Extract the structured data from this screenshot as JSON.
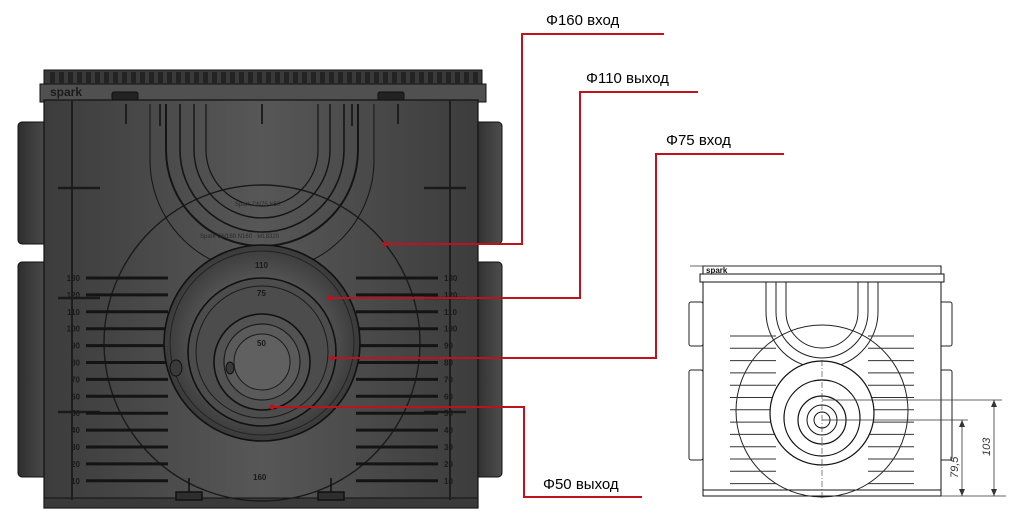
{
  "brand": "spark",
  "callouts": {
    "in_160": "Φ160 вход",
    "out_110": "Φ110 выход",
    "in_75": "Φ75 вход",
    "out_50": "Φ50 выход"
  },
  "scale": {
    "levels": [
      "130",
      "120",
      "110",
      "100",
      "90",
      "80",
      "70",
      "60",
      "50",
      "40",
      "30",
      "20",
      "10"
    ]
  },
  "ring_labels": {
    "top_110": "110",
    "ring_75": "75",
    "ring_50": "50",
    "bottom_160": "160"
  },
  "small_view": {
    "brand": "spark",
    "dim_small": "79,5",
    "dim_large": "103"
  },
  "colors": {
    "callout_line": "#c0121c",
    "body": "#4a4a4a",
    "body_dark": "#2b2b2b",
    "outline": "#111111"
  }
}
